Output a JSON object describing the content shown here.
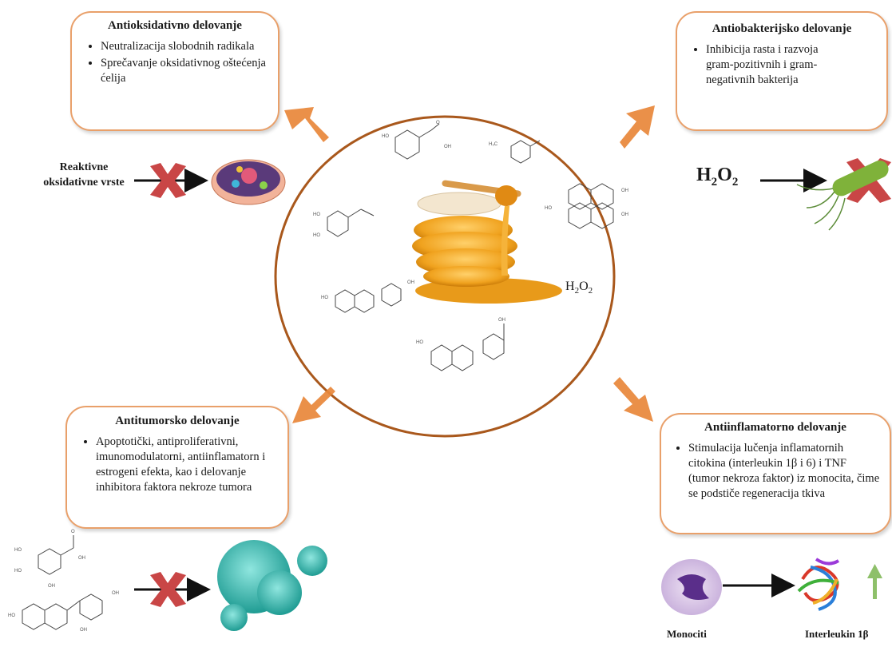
{
  "boxes": {
    "antioxidant": {
      "title": "Antioksidativno delovanje",
      "items": [
        "Neutralizacija slobodnih radikala",
        "Sprečavanje oksidativnog oštećenja ćelija"
      ]
    },
    "antibacterial": {
      "title": "Antiobakterijsko delovanje",
      "items": [
        "Inhibicija rasta i razvoja gram-pozitivnih i gram-negativnih bakterija"
      ]
    },
    "antitumor": {
      "title": "Antitumorsko delovanje",
      "items": [
        "Apoptotički, antiproliferativni, imunomodulatorni, antiinflamatorn i estrogeni efekta, kao i delovanje inhibitora faktora nekroze tumora"
      ]
    },
    "antiinflammatory": {
      "title": "Antiinflamatorno delovanje",
      "items": [
        "Stimulacija lučenja inflamatornih citokina (interleukin 1β i 6) i TNF (tumor nekroza faktor) iz monocita, čime se podstiče regeneracija tkiva"
      ]
    }
  },
  "labels": {
    "ros": "Reaktivne oksidativne vrste",
    "h2o2_left": "H",
    "h2o2_sub1": "2",
    "h2o2_o": "O",
    "h2o2_sub2": "2",
    "h2o2_center": "H",
    "h2o2_center_sub1": "2",
    "h2o2_center_o": "O",
    "h2o2_center_sub2": "2",
    "monocytes": "Monociti",
    "interleukin": "Interleukin 1β"
  },
  "colors": {
    "accent": "#e9a06a",
    "arrow": "#e8873a",
    "cross": "#c94646",
    "honey": "#f0a21e"
  }
}
